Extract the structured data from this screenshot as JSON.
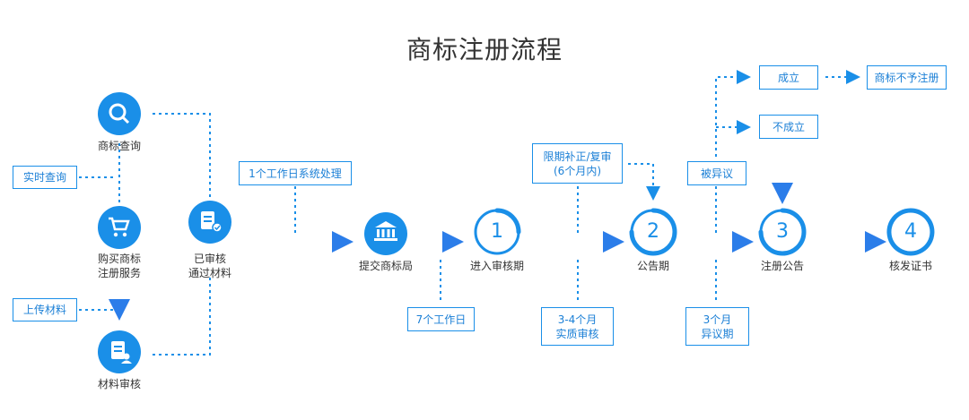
{
  "title": "商标注册流程",
  "left": {
    "search_label": "商标查询",
    "buy_label_1": "购买商标",
    "buy_label_2": "注册服务",
    "review_label": "材料审核",
    "approved_label_1": "已审核",
    "approved_label_2": "通过材料",
    "realtime_box": "实时查询",
    "upload_box": "上传材料"
  },
  "flow": {
    "box_1day": "1个工作日系统处理",
    "submit_label": "提交商标局",
    "step1_num": "1",
    "step1_label": "进入审核期",
    "box_7days": "7个工作日",
    "box_correction_1": "限期补正/复审",
    "box_correction_2": "(6个月内)",
    "step2_num": "2",
    "step2_label": "公告期",
    "box_34months_1": "3-4个月",
    "box_34months_2": "实质审核",
    "box_opposed": "被异议",
    "box_3months_1": "3个月",
    "box_3months_2": "异议期",
    "step3_num": "3",
    "step3_label": "注册公告",
    "box_established": "成立",
    "box_not_registered": "商标不予注册",
    "box_not_established": "不成立",
    "step4_num": "4",
    "step4_label": "核发证书"
  },
  "colors": {
    "accent": "#1a8fe8",
    "arrow": "#2f7fe6",
    "text": "#333333"
  }
}
